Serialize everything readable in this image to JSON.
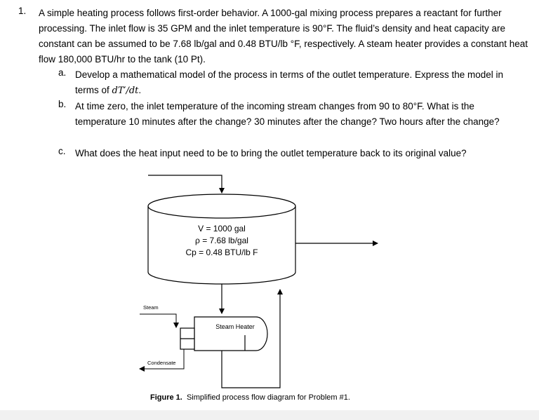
{
  "problem": {
    "number": "1.",
    "statement": "A simple heating process follows first-order behavior.  A 1000-gal mixing process prepares a reactant for further processing.  The inlet flow is 35 GPM and the inlet temperature is 90°F.  The fluid’s density and heat capacity are constant can be assumed to be 7.68 lb/gal and 0.48 BTU/lb °F, respectively.  A steam heater provides a constant heat flow 180,000 BTU/hr to the tank (10 Pt).",
    "parts": [
      {
        "letter": "a.",
        "text": "Develop a mathematical model of the process in terms of the outlet temperature.  Express the model in terms of ",
        "math": "dT′/dt",
        "tail": "."
      },
      {
        "letter": "b.",
        "text": "At time zero, the inlet temperature of the incoming stream changes from 90 to 80°F.  What is the temperature 10 minutes after the change?  30 minutes after the change?  Two hours after the change?"
      },
      {
        "letter": "c.",
        "text": "What does the heat input need to be to bring the outlet temperature back to its original value?"
      }
    ]
  },
  "diagram": {
    "tank_labels": [
      "V = 1000 gal",
      "ρ = 7.68 lb/gal",
      "Cp = 0.48 BTU/lb F"
    ],
    "steam_label": "Steam",
    "condensate_label": "Condensate",
    "heater_label": "Steam Heater"
  },
  "figure": {
    "caption_bold": "Figure 1.",
    "caption_text": "Simplified process flow diagram for Problem #1."
  }
}
